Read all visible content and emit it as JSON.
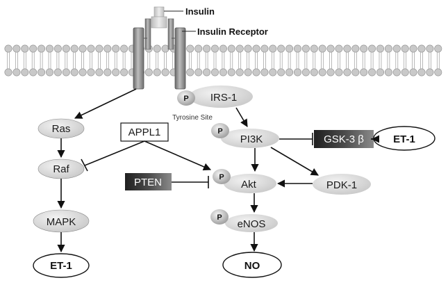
{
  "labels": {
    "insulin": "Insulin",
    "insulin_receptor": "Insulin Receptor",
    "irs1": "IRS-1",
    "tyrosine_site": "Tyrosine Site",
    "ras": "Ras",
    "raf": "Raf",
    "mapk": "MAPK",
    "et1_left": "ET-1",
    "appl1": "APPL1",
    "pi3k": "PI3K",
    "gsk3b": "GSK-3 β",
    "et1_right": "ET-1",
    "pten": "PTEN",
    "akt": "Akt",
    "pdk1": "PDK-1",
    "enos": "eNOS",
    "no": "NO",
    "phospho": "P"
  },
  "colors": {
    "membrane_head": "#c9c9c9",
    "node_fill": "#dedede",
    "box_dark": "#3a3a3a",
    "line": "#111111"
  }
}
